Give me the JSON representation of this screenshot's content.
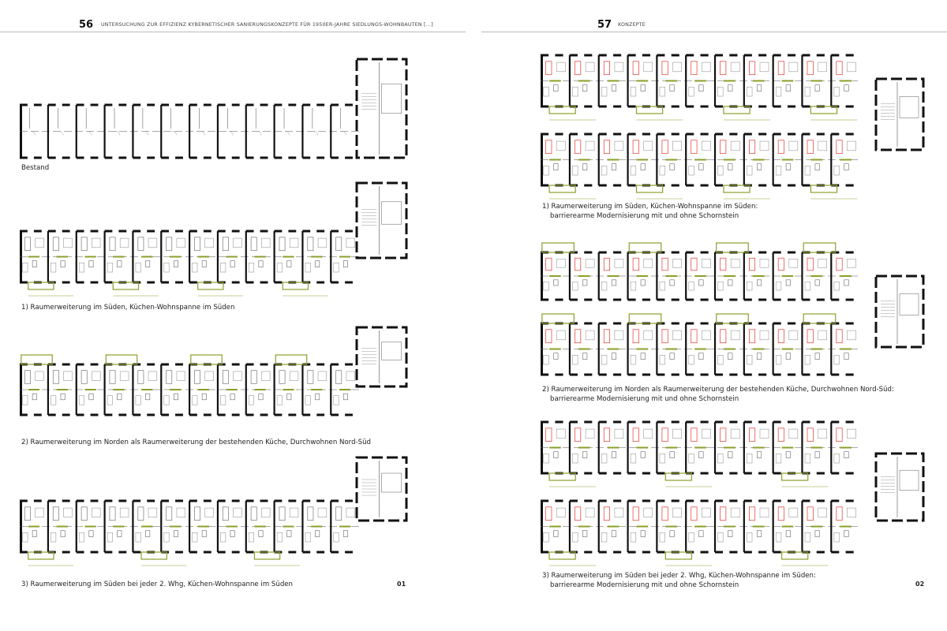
{
  "left_page": {
    "page_number": "56",
    "running_head": "Untersuchung zur Effizienz kybernetischer Sanierungskonzepte für 1950er-Jahre Siedlungs-Wohnbauten [...]",
    "captions": [
      "Bestand",
      "1) Raumerweiterung im Süden, Küchen-Wohnspanne im Süden",
      "2) Raumerweiterung im Norden als Raumerweiterung der bestehenden Küche, Durchwohnen Nord-Süd",
      "3) Raumerweiterung im Süden bei jeder 2. Whg, Küchen-Wohnspanne im Süden"
    ],
    "figure_number": "01"
  },
  "right_page": {
    "page_number": "57",
    "running_head": "Konzepte",
    "captions": [
      {
        "line1": "1) Raumerweiterung im Süden, Küchen-Wohnspanne im Süden:",
        "line2": "barrierearme Modernisierung mit und ohne Schornstein"
      },
      {
        "line1": "2) Raumerweiterung im Norden als Raumerweiterung der bestehenden Küche, Durchwohnen Nord-Süd:",
        "line2": "barrierearme Modernisierung mit und ohne Schornstein"
      },
      {
        "line1": "3) Raumerweiterung im Süden bei jeder 2. Whg, Küchen-Wohnspanne im Süden:",
        "line2": "barrierearme Modernisierung mit und ohne Schornstein"
      }
    ],
    "figure_number": "02"
  },
  "colors": {
    "wall": "#111111",
    "extension": "#8aa02a",
    "barrier_free": "#e8342f",
    "furniture": "#9a9a9a"
  }
}
